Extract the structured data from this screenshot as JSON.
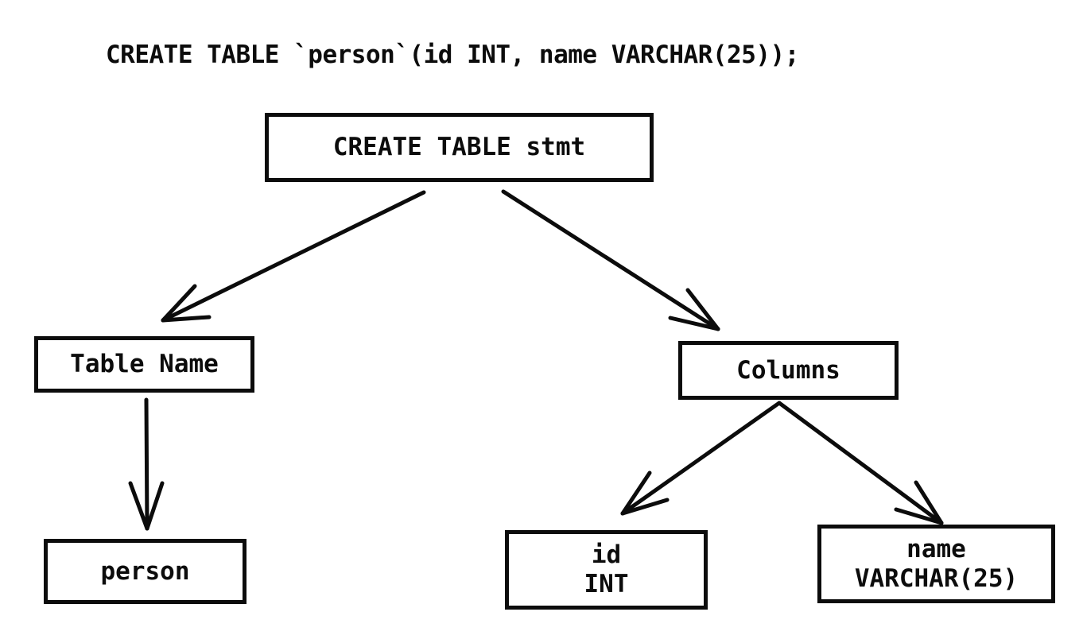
{
  "title": "CREATE TABLE `person`(id INT, name VARCHAR(25));",
  "colors": {
    "background": "#ffffff",
    "stroke": "#0c0c0c",
    "text": "#0c0c0c"
  },
  "diagram": {
    "nodes": {
      "stmt": {
        "label": "CREATE TABLE stmt"
      },
      "table_name": {
        "label": "Table Name"
      },
      "columns": {
        "label": "Columns"
      },
      "person": {
        "label": "person"
      },
      "id_col": {
        "line1": "id",
        "line2": "INT"
      },
      "name_col": {
        "line1": "name",
        "line2": "VARCHAR(25)"
      }
    },
    "edges": [
      {
        "from": "CREATE TABLE stmt",
        "to": "Table Name"
      },
      {
        "from": "CREATE TABLE stmt",
        "to": "Columns"
      },
      {
        "from": "Table Name",
        "to": "person"
      },
      {
        "from": "Columns",
        "to": "id INT"
      },
      {
        "from": "Columns",
        "to": "name VARCHAR(25)"
      }
    ]
  }
}
